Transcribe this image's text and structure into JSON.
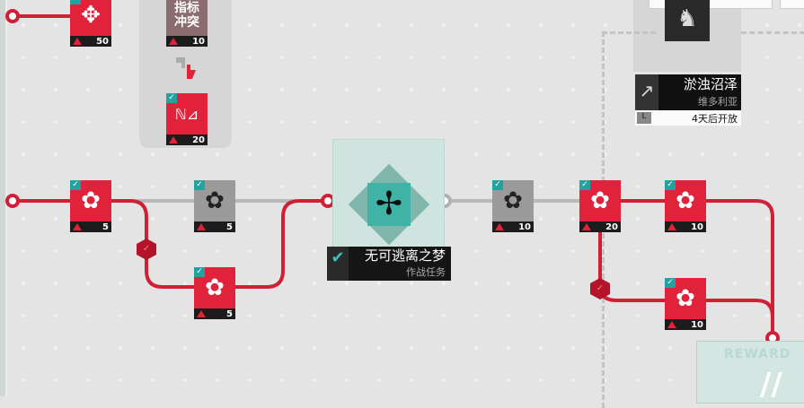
{
  "colors": {
    "accent_red": "#e0223a",
    "teal": "#3fb3a6",
    "inactive_grey": "#9a9a9a"
  },
  "top_nodes": [
    {
      "id": "boss",
      "value": "50",
      "icon": "crowned-rabbit-icon",
      "cleared": true
    },
    {
      "id": "conflict",
      "title": "指标冲突",
      "value": "10",
      "icon": "text-tile"
    },
    {
      "id": "multi",
      "value": "20",
      "icon": "multi-symbol-icon",
      "cleared": true
    }
  ],
  "path_nodes": [
    {
      "value": "5",
      "icon": "rabbit-shield-icon",
      "state": "red",
      "cleared": true
    },
    {
      "value": "5",
      "icon": "rabbit-x-icon",
      "state": "grey",
      "cleared": true
    },
    {
      "value": "5",
      "icon": "rabbit-plus-icon",
      "state": "red",
      "cleared": true
    },
    {
      "value": "10",
      "icon": "rabbit-tower-icon",
      "state": "grey",
      "cleared": true
    },
    {
      "value": "20",
      "icon": "rabbit-cross-icon",
      "state": "red",
      "cleared": true
    },
    {
      "value": "10",
      "icon": "rabbit-shield-icon",
      "state": "red",
      "cleared": true
    },
    {
      "value": "10",
      "icon": "rabbit-blur-icon",
      "state": "red",
      "cleared": true
    }
  ],
  "stage": {
    "name": "无可逃离之梦",
    "type": "作战任务",
    "completed": true
  },
  "zone": {
    "name": "淤浊沼泽",
    "region": "维多利亚",
    "open_time": "4天后开放"
  },
  "reward_label": "REWARD"
}
